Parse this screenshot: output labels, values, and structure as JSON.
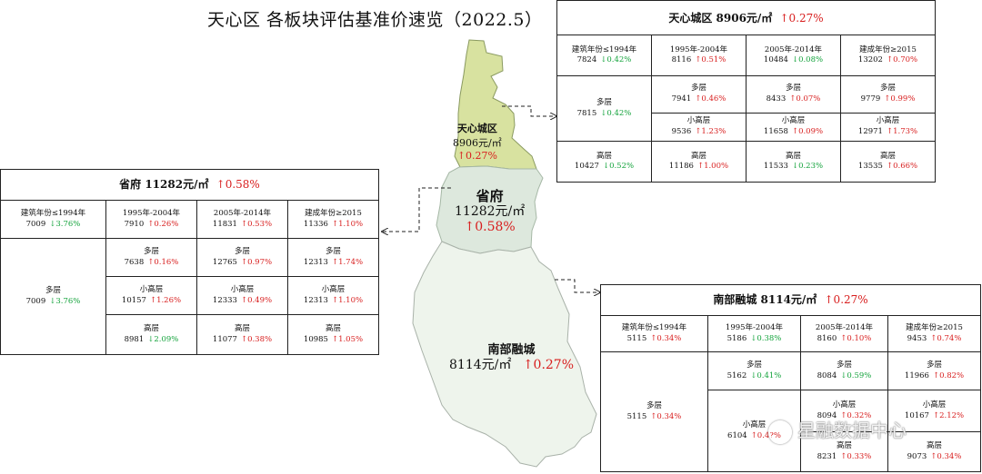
{
  "title": "天心区 各板块评估基准价速览（2022.5）",
  "colors": {
    "up": "#d81e1e",
    "down": "#14a33c",
    "tianxin_fill": "#d8e2a0",
    "shengfu_fill": "#dde8dd",
    "nanbu_fill": "#eef4ec"
  },
  "map": {
    "tianxin": {
      "name": "天心城区",
      "price": "8906元/㎡",
      "change": "↑0.27%"
    },
    "shengfu": {
      "name": "省府",
      "price": "11282元/㎡",
      "change": "↑0.58%"
    },
    "nanbu": {
      "name": "南部融城",
      "price": "8114元/㎡",
      "change": "↑0.27%"
    }
  },
  "panels": {
    "tianxin": {
      "header": "天心城区 8906元/㎡",
      "header_change": "↑0.27%",
      "years": [
        {
          "label": "建筑年份≤1994年",
          "price": "7824",
          "change": "↓0.42%"
        },
        {
          "label": "1995年-2004年",
          "price": "8116",
          "change": "↑0.51%"
        },
        {
          "label": "2005年-2014年",
          "price": "10484",
          "change": "↓0.08%"
        },
        {
          "label": "建成年份≥2015",
          "price": "13202",
          "change": "↑0.70%"
        }
      ],
      "left": [
        {
          "label": "多层",
          "price": "7815",
          "change": "↓0.42%"
        },
        {
          "label": "高层",
          "price": "10427",
          "change": "↓0.52%"
        }
      ],
      "grid": [
        [
          {
            "label": "多层",
            "price": "7941",
            "change": "↑0.46%"
          },
          {
            "label": "多层",
            "price": "8433",
            "change": "↑0.07%"
          },
          {
            "label": "多层",
            "price": "9779",
            "change": "↑0.99%"
          }
        ],
        [
          {
            "label": "小高层",
            "price": "9536",
            "change": "↑1.23%"
          },
          {
            "label": "小高层",
            "price": "11658",
            "change": "↑0.09%"
          },
          {
            "label": "小高层",
            "price": "12971",
            "change": "↑1.73%"
          }
        ],
        [
          {
            "label": "高层",
            "price": "11186",
            "change": "↑1.00%"
          },
          {
            "label": "高层",
            "price": "11533",
            "change": "↓0.23%"
          },
          {
            "label": "高层",
            "price": "13535",
            "change": "↑0.66%"
          }
        ]
      ]
    },
    "shengfu": {
      "header": "省府 11282元/㎡",
      "header_change": "↑0.58%",
      "years": [
        {
          "label": "建筑年份≤1994年",
          "price": "7009",
          "change": "↓3.76%"
        },
        {
          "label": "1995年-2004年",
          "price": "7910",
          "change": "↑0.26%"
        },
        {
          "label": "2005年-2014年",
          "price": "11831",
          "change": "↑0.53%"
        },
        {
          "label": "建成年份≥2015",
          "price": "11336",
          "change": "↑1.10%"
        }
      ],
      "left": [
        {
          "label": "多层",
          "price": "7009",
          "change": "↓3.76%"
        }
      ],
      "grid": [
        [
          {
            "label": "多层",
            "price": "7638",
            "change": "↑0.16%"
          },
          {
            "label": "多层",
            "price": "12765",
            "change": "↑0.97%"
          },
          {
            "label": "多层",
            "price": "12313",
            "change": "↑1.74%"
          }
        ],
        [
          {
            "label": "小高层",
            "price": "10157",
            "change": "↑1.26%"
          },
          {
            "label": "小高层",
            "price": "12333",
            "change": "↑0.49%"
          },
          {
            "label": "小高层",
            "price": "12313",
            "change": "↑1.10%"
          }
        ],
        [
          {
            "label": "高层",
            "price": "8981",
            "change": "↓2.09%"
          },
          {
            "label": "高层",
            "price": "11077",
            "change": "↑0.38%"
          },
          {
            "label": "高层",
            "price": "10985",
            "change": "↑1.05%"
          }
        ]
      ]
    },
    "nanbu": {
      "header": "南部融城 8114元/㎡",
      "header_change": "↑0.27%",
      "years": [
        {
          "label": "建筑年份≤1994年",
          "price": "5115",
          "change": "↑0.34%"
        },
        {
          "label": "1995年-2004年",
          "price": "5186",
          "change": "↓0.38%"
        },
        {
          "label": "2005年-2014年",
          "price": "8160",
          "change": "↑0.10%"
        },
        {
          "label": "建成年份≥2015",
          "price": "9453",
          "change": "↑0.74%"
        }
      ],
      "left": [
        {
          "label": "多层",
          "price": "5115",
          "change": "↑0.34%"
        }
      ],
      "col2": [
        {
          "label": "多层",
          "price": "5162",
          "change": "↓0.41%"
        },
        {
          "label": "小高层",
          "price": "6104",
          "change": "↑0.4?%"
        }
      ],
      "col3": [
        {
          "label": "多层",
          "price": "8084",
          "change": "↓0.59%"
        },
        {
          "label": "小高层",
          "price": "8094",
          "change": "↑0.32%"
        },
        {
          "label": "高层",
          "price": "8231",
          "change": "↑0.33%"
        }
      ],
      "col4": [
        {
          "label": "多层",
          "price": "11966",
          "change": "↑0.82%"
        },
        {
          "label": "小高层",
          "price": "10167",
          "change": "↑2.12%"
        },
        {
          "label": "高层",
          "price": "9073",
          "change": "↑0.34%"
        }
      ]
    }
  },
  "watermark": "星融数据中心"
}
